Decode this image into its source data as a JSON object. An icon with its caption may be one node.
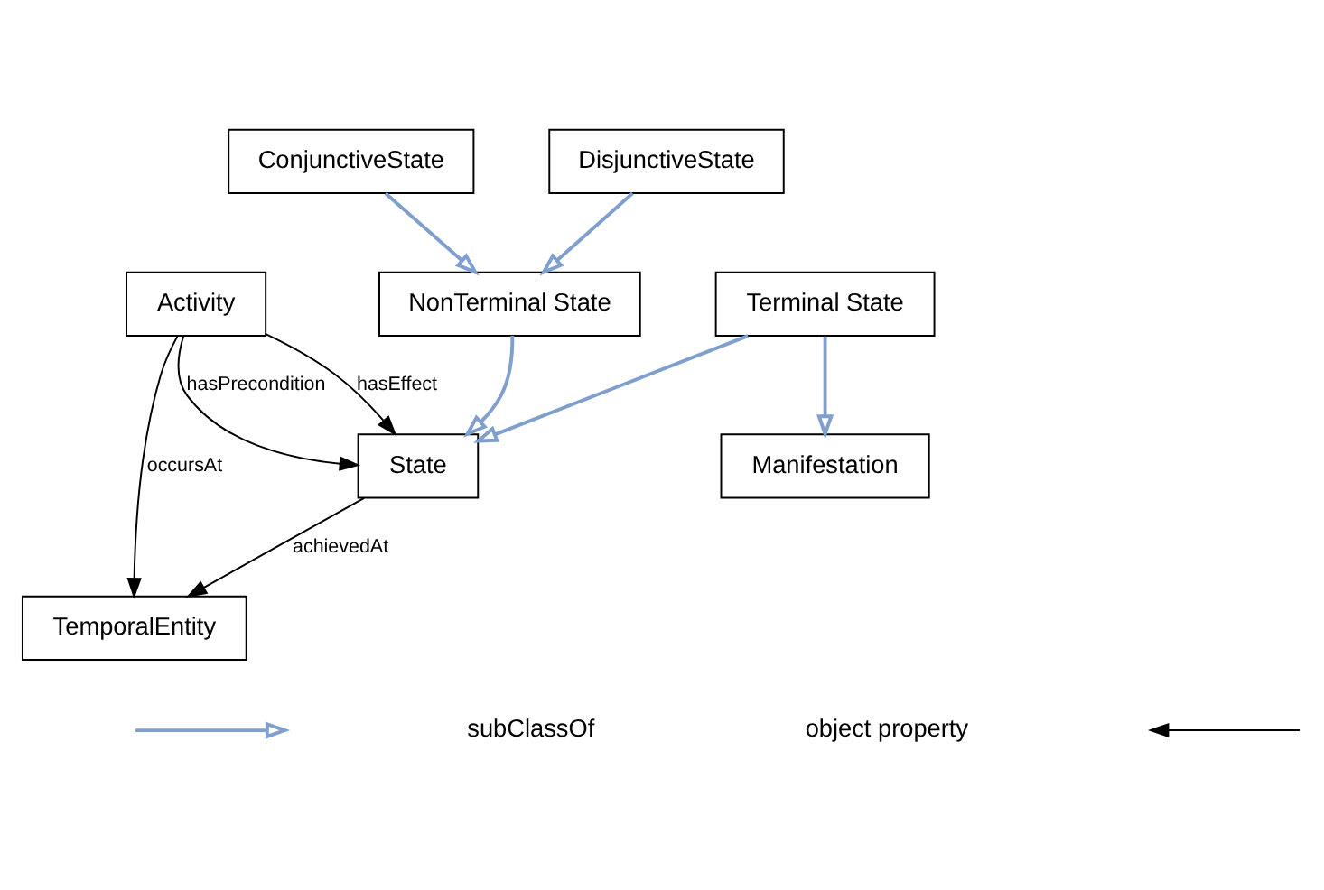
{
  "diagram": {
    "nodes": [
      {
        "text": [
          "Activity"
        ]
      },
      {
        "text": [
          "TemporalEntity"
        ]
      },
      {
        "text": [
          "Manifestation"
        ]
      },
      {
        "text": [
          "State"
        ]
      },
      {
        "text": [
          "NonTerminal State"
        ]
      },
      {
        "text": [
          "Terminal State"
        ]
      },
      {
        "text": [
          "ConjunctiveState"
        ]
      },
      {
        "text": [
          "DisjunctiveState"
        ]
      }
    ],
    "edges": [
      {
        "from": 0,
        "to": 1,
        "arrow": "to",
        "label": "occursAt",
        "color": "#000000"
      },
      {
        "from": 0,
        "to": 3,
        "arrow": "to",
        "label": "hasPrecondition",
        "color": "#000000"
      },
      {
        "from": 0,
        "to": 3,
        "arrow": "to",
        "label": "hasEffect",
        "color": "#000000"
      },
      {
        "from": 3,
        "to": 1,
        "arrow": "to",
        "label": "achievedAt",
        "color": "#000000"
      },
      {
        "from": 4,
        "to": 3,
        "arrow": "to"
      },
      {
        "from": 5,
        "to": 3,
        "arrow": "to"
      },
      {
        "from": 5,
        "to": 2,
        "arrow": "to"
      },
      {
        "from": 6,
        "to": 4,
        "arrow": "to"
      },
      {
        "from": 7,
        "to": 4,
        "arrow": "to"
      }
    ],
    "legend": [
      {
        "text": "subClassOf"
      },
      {
        "text": "object property"
      }
    ]
  }
}
